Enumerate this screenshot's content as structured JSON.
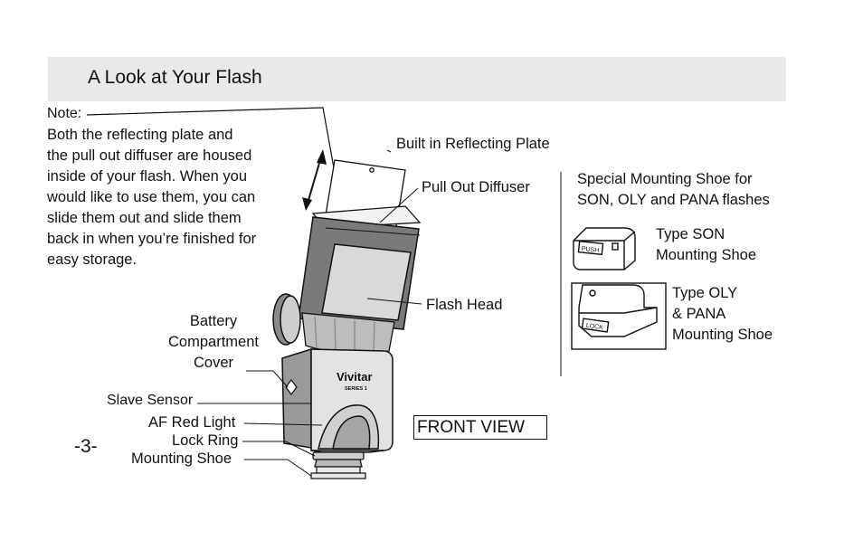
{
  "header": {
    "title": "A Look at Your Flash"
  },
  "note": {
    "label": "Note:",
    "lines": [
      "Both the reflecting plate and",
      "the pull out diffuser are housed",
      "inside of your flash.  When you",
      "would like to use them, you can",
      "slide them out and slide them",
      "back in  when you’re finished for",
      "easy storage."
    ]
  },
  "labels": {
    "reflecting_plate": "Built in Reflecting Plate",
    "diffuser": "Pull Out Diffuser",
    "flash_head": "Flash Head",
    "battery_cover": [
      "Battery",
      "Compartment",
      "Cover"
    ],
    "slave_sensor": "Slave Sensor",
    "af_red_light": "AF Red Light",
    "lock_ring": "Lock Ring",
    "mounting_shoe": "Mounting Shoe",
    "brand": "Vivitar",
    "series": "SERIES 1"
  },
  "mounting_shoes": {
    "title": [
      "Special Mounting Shoe for",
      "SON, OLY and PANA flashes"
    ],
    "son": {
      "lines": [
        "Type SON",
        "Mounting Shoe"
      ],
      "button": "PUSH"
    },
    "oly": {
      "lines": [
        "Type OLY",
        "& PANA",
        "Mounting Shoe"
      ],
      "button": "LOCK"
    }
  },
  "view_label": "FRONT VIEW",
  "page_number": "-3-"
}
